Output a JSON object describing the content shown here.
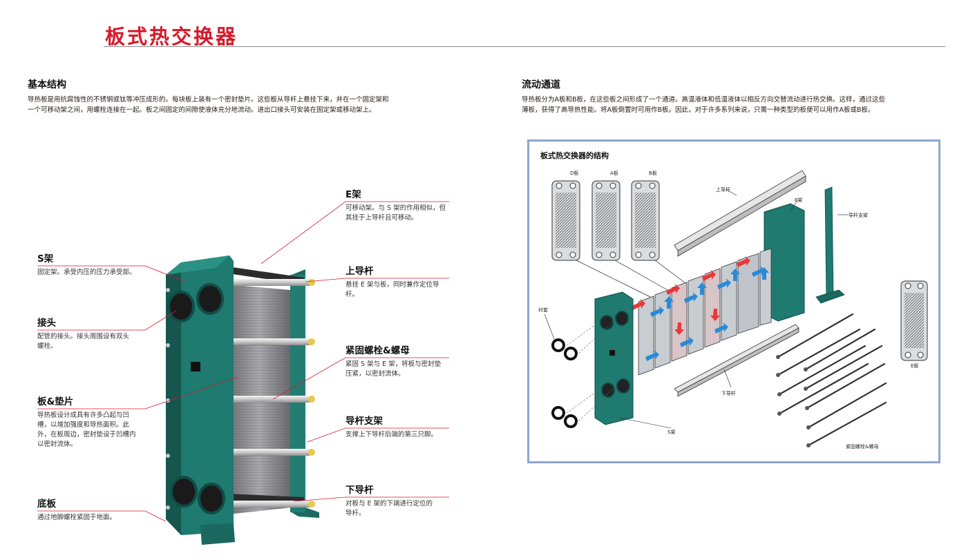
{
  "header": {
    "title": "板式热交换器"
  },
  "basic": {
    "title": "基本结构",
    "lines": [
      "导热板是用抗腐蚀性的不锈钢或钛等冲压成形的。每块板上装有一个密封垫片。这些板从导杆上悬挂下来，并在一个固定架和",
      "一个可移动架之间，用螺栓连接在一起。板之间固定的间隙使液体充分地流动。进出口接头可安装在固定架或移动架上。"
    ]
  },
  "flow": {
    "title": "流动通道",
    "lines": [
      "导热板分为A板和B板，在这些板之间形成了一个通道。高温液体和低温液体以相反方向交替流动进行热交换。这样，通过这些",
      "薄板，获得了高导热性能。将A板倒置时可用作B板。因此，对于许多系列来说，只需一种类型的板便可以用作A板或B板。"
    ]
  },
  "left_callouts": {
    "s_frame": {
      "title": "S架",
      "lines": [
        "固定架。承受内压的压力承受部。"
      ]
    },
    "connector": {
      "title": "接头",
      "lines": [
        "配管的接头。接头周围设有双头",
        "螺栓。"
      ]
    },
    "plate_gasket": {
      "title": "板&垫片",
      "lines": [
        "导热板设计成具有许多凸起与凹",
        "槽，以增加强度和导热面积。此",
        "外，在板周边，密封垫设于凹槽内",
        "以密封流体。"
      ]
    },
    "base_plate": {
      "title": "底板",
      "lines": [
        "通过地脚螺栓紧固于地面。"
      ]
    }
  },
  "right_callouts": {
    "e_frame": {
      "title": "E架",
      "lines": [
        "可移动架。与 S 架的作用相似，但",
        "其挂于上导杆且可移动。"
      ]
    },
    "upper_bar": {
      "title": "上导杆",
      "lines": [
        "悬挂 E 架与板，同时兼作定位导",
        "杆。"
      ]
    },
    "bolts_nuts": {
      "title": "紧固螺栓&螺母",
      "lines": [
        "紧固 S 架与 E 架，将板与密封垫",
        "压紧，以密封流体。"
      ]
    },
    "support": {
      "title": "导杆支架",
      "lines": [
        "支撑上下导杆后端的第三只脚。"
      ]
    },
    "lower_bar": {
      "title": "下导杆",
      "lines": [
        "对板与  E  架的下端进行定位的",
        "导杆。"
      ]
    }
  },
  "diagram": {
    "title": "板式热交换器的结构",
    "labels": {
      "d_plate": "D板",
      "a_plate": "A板",
      "b_plate": "B板",
      "upper_bar": "上导杆",
      "e_frame": "E架",
      "support": "导杆支架",
      "liner": "衬套",
      "e_plate": "E板",
      "lower_bar": "下导杆",
      "s_frame": "S架",
      "bolts_nuts": "紧固螺栓&螺母"
    }
  },
  "colors": {
    "accent_red": "#d7192a",
    "frame_teal": "#1f7a70",
    "box_border": "#8ea6cf",
    "hot_arrow": "#e8383b",
    "cold_arrow": "#2b8ad6"
  }
}
